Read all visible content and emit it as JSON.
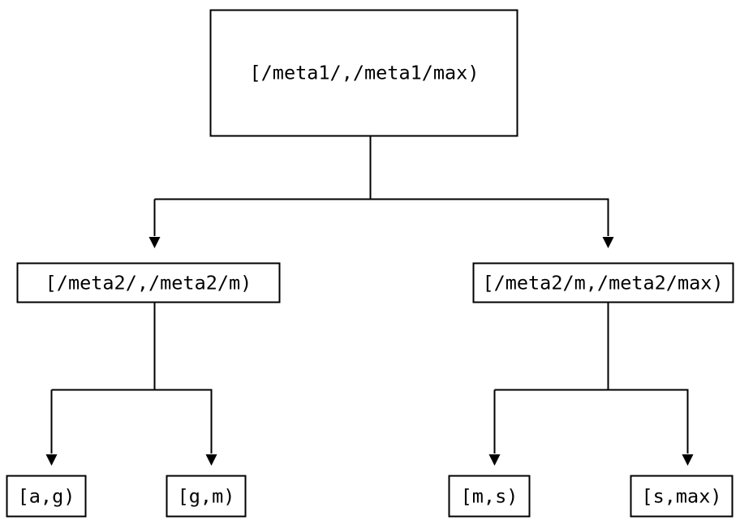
{
  "diagram": {
    "type": "tree",
    "title": "",
    "orientation": "top-down",
    "colors": {
      "background": "#ffffff",
      "stroke": "#000000",
      "fill": "#ffffff",
      "text": "#000000"
    },
    "nodes": {
      "root": {
        "label": "[/meta1/,/meta1/max)",
        "level": 0
      },
      "level2_left": {
        "label": "[/meta2/,/meta2/m)",
        "level": 1
      },
      "level2_right": {
        "label": "[/meta2/m,/meta2/max)",
        "level": 1
      },
      "leaf_1": {
        "label": "[a,g)",
        "level": 2
      },
      "leaf_2": {
        "label": "[g,m)",
        "level": 2
      },
      "leaf_3": {
        "label": "[m,s)",
        "level": 2
      },
      "leaf_4": {
        "label": "[s,max)",
        "level": 2
      }
    },
    "edges": [
      {
        "from": "root",
        "to": "level2_left",
        "arrow": "down"
      },
      {
        "from": "root",
        "to": "level2_right",
        "arrow": "down"
      },
      {
        "from": "level2_left",
        "to": "leaf_1",
        "arrow": "down"
      },
      {
        "from": "level2_left",
        "to": "leaf_2",
        "arrow": "down"
      },
      {
        "from": "level2_right",
        "to": "leaf_3",
        "arrow": "down"
      },
      {
        "from": "level2_right",
        "to": "leaf_4",
        "arrow": "down"
      }
    ]
  }
}
